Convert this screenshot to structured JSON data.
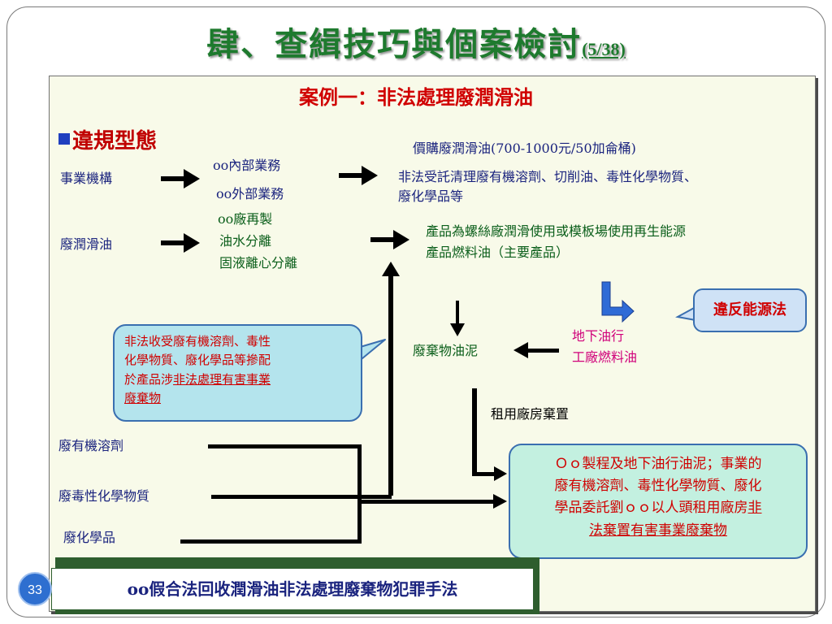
{
  "title": {
    "main": "肆、查緝技巧與個案檢討",
    "sub": "(5/38)"
  },
  "case_title": "案例一：非法處理廢潤滑油",
  "section_heading": "違規型態",
  "price_note": "價購廢潤滑油(700-1000元/50加侖桶)",
  "row1": {
    "source": "事業機構",
    "middle": [
      "oo內部業務",
      "oo外部業務"
    ],
    "result": [
      "非法受託清理廢有機溶劑、切削油、毒性化學物質、",
      "廢化學品等"
    ]
  },
  "row2": {
    "source": "廢潤滑油",
    "middle": [
      "oo廠再製",
      "油水分離",
      "固液離心分離"
    ],
    "result": [
      "產品為螺絲廠潤滑使用或模板場使用再生能源",
      "產品燃料油（主要產品）"
    ]
  },
  "violation_label": "違反能源法",
  "underground": [
    "地下油行",
    "工廠燃料油"
  ],
  "sludge": "廢棄物油泥",
  "rent_note": "租用廠房棄置",
  "left_bubble": {
    "lines": [
      "非法收受廢有機溶劑、毒性",
      "化學物質、廢化學品等摻配"
    ],
    "line3_plain": "於產品涉",
    "line3_underline": "非法處理有害事業",
    "line4_underline": "廢棄物"
  },
  "waste_items": [
    "廢有機溶劑",
    "廢毒性化學物質",
    "廢化學品"
  ],
  "right_bubble": {
    "lines": [
      "Ｏｏ製程及地下油行油泥；事業的",
      "廢有機溶劑、毒性化學物質、廢化"
    ],
    "line3_plain": "學品委託劉ｏｏ以人頭租用廠房",
    "line3_underline": "非",
    "line4_underline": "法棄置有害事業廢棄物"
  },
  "footer": "oo假合法回收潤滑油非法處理廢棄物犯罪手法",
  "page_number": "33",
  "colors": {
    "title": "#1e7a2e",
    "accent_red": "#d00000",
    "navy": "#1a237e",
    "panel": "#f8fae9",
    "magenta": "#d0007a"
  }
}
